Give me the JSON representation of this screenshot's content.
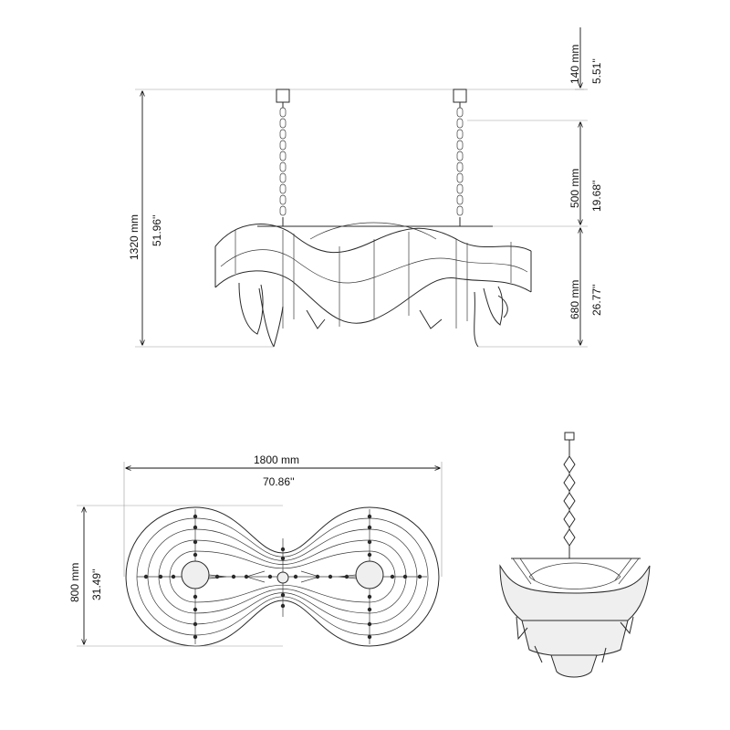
{
  "dimensions": {
    "top_gap": {
      "mm": "140 mm",
      "inch": "5.51''"
    },
    "total_height": {
      "mm": "1320 mm",
      "inch": "51.96''"
    },
    "chain": {
      "mm": "500 mm",
      "inch": "19.68''"
    },
    "body": {
      "mm": "680 mm",
      "inch": "26.77''"
    },
    "length": {
      "mm": "1800 mm",
      "inch": "70.86''"
    },
    "width": {
      "mm": "800 mm",
      "inch": "31.49''"
    }
  },
  "colors": {
    "line": "#2a2a2a",
    "shade": "#efefef",
    "background": "#ffffff"
  }
}
